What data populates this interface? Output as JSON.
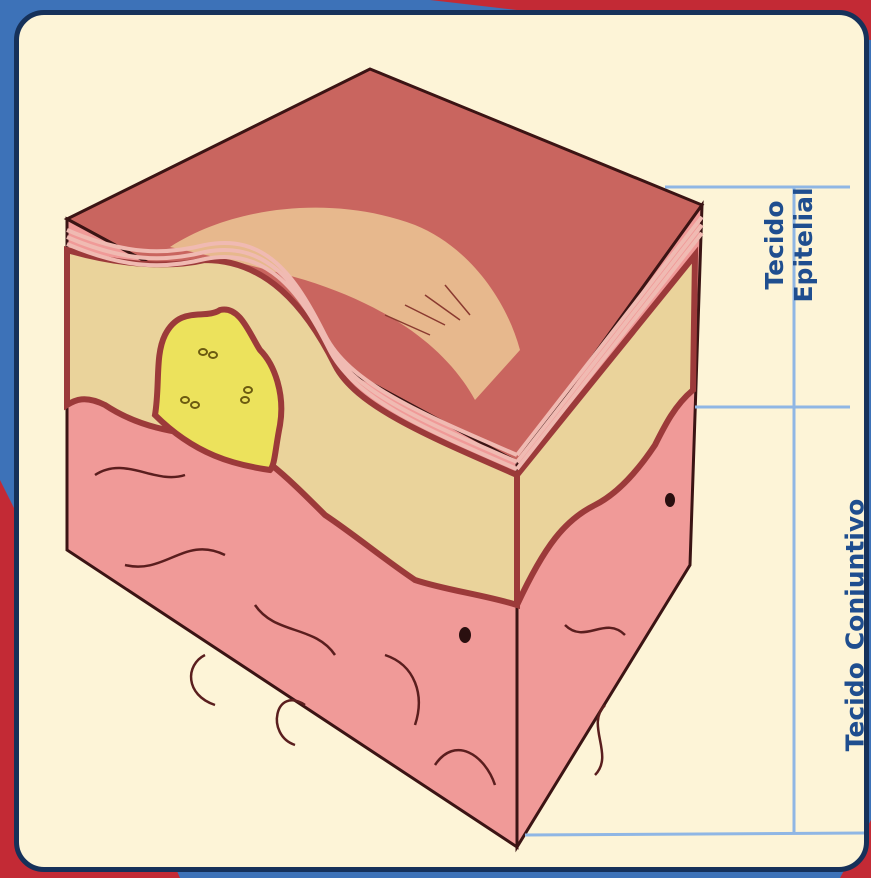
{
  "labels": {
    "epithelial": [
      "Tecido",
      "Epitelial"
    ],
    "connective": [
      "Tecido",
      "Conjuntivo"
    ]
  },
  "colors": {
    "background_blue": "#3d72b8",
    "background_red": "#c32a35",
    "card": "#fdf4d7",
    "card_border": "#16315a",
    "epidermis_top": "#c9655f",
    "epidermis_lines": "#f0bab2",
    "epidermis_granular": "#ead39b",
    "pus_pocket": "#ece25c",
    "dermis": "#f09a98",
    "dermis_border": "#9c3a3a",
    "bracket_lines": "#8fb6e4",
    "label_text": "#1f4e8f"
  }
}
